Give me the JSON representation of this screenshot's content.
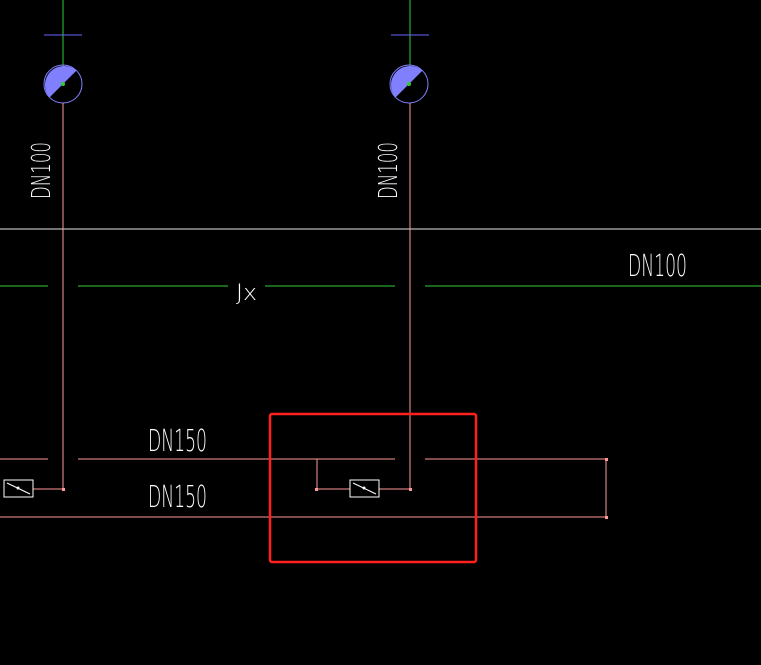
{
  "colors": {
    "background": "#000000",
    "pipe_pink": "#ff9999",
    "axis_green": "#33cc33",
    "text_white": "#ffffff",
    "separator_white": "#e6e6e6",
    "head_blue": "#8080ff",
    "crosshair_blue": "#6666ff",
    "highlight_red": "#ff2020"
  },
  "labels": {
    "riser_left_size": "DN100",
    "riser_right_size": "DN100",
    "main_size_right": "DN100",
    "axis_label": "Jx",
    "upper_branch_size": "DN150",
    "lower_branch_size": "DN150"
  },
  "icons": {
    "sprinkler_head": "half-filled-circle",
    "valve": "check-valve-box"
  }
}
